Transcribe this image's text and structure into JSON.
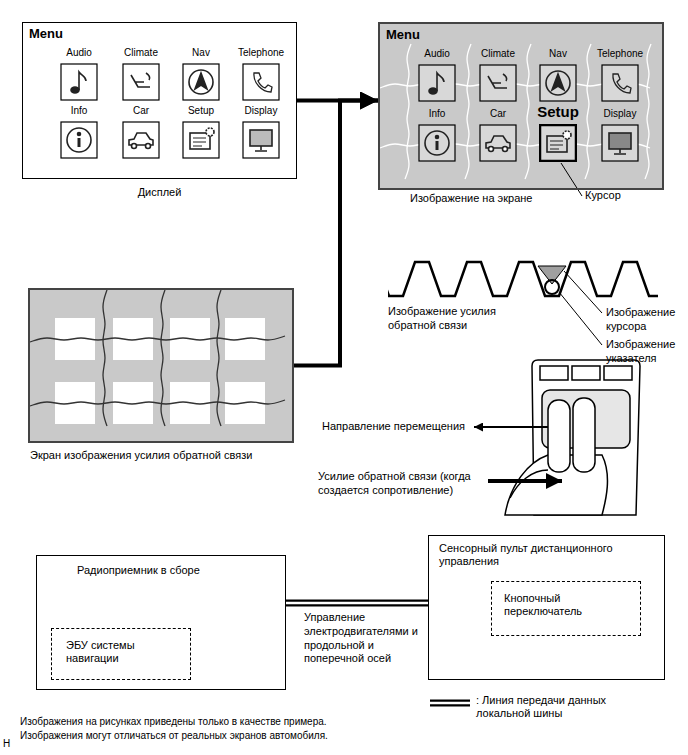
{
  "diagram": {
    "nodes": [
      {
        "text": [
          "Menu",
          "Дисплей"
        ]
      },
      {
        "text": [
          "Audio"
        ],
        "in": 0
      },
      {
        "text": [
          "Climate"
        ],
        "in": 0
      },
      {
        "text": [
          "Nav"
        ],
        "in": 0
      },
      {
        "text": [
          "Telephone"
        ],
        "in": 0
      },
      {
        "text": [
          "Info"
        ],
        "in": 0
      },
      {
        "text": [
          "Car"
        ],
        "in": 0
      },
      {
        "text": [
          "Setup"
        ],
        "in": 0
      },
      {
        "text": [
          "Display"
        ],
        "in": 0
      },
      {
        "text": [
          "Menu",
          "Изображение на экране"
        ]
      },
      {
        "text": [
          "Audio"
        ],
        "in": 9
      },
      {
        "text": [
          "Climate"
        ],
        "in": 9
      },
      {
        "text": [
          "Nav"
        ],
        "in": 9
      },
      {
        "text": [
          "Telephone"
        ],
        "in": 9
      },
      {
        "text": [
          "Info"
        ],
        "in": 9
      },
      {
        "text": [
          "Car"
        ],
        "in": 9
      },
      {
        "text": [
          "Setup"
        ],
        "in": 9
      },
      {
        "text": [
          "Display"
        ],
        "in": 9
      },
      {
        "text": [
          "Экран изображения усилия обратной связи"
        ]
      },
      {
        "text": [
          "Радиоприемник в сборе"
        ]
      },
      {
        "text": [
          "ЭБУ системы навигации"
        ],
        "in": 19
      },
      {
        "text": [
          "Сенсорный пульт дистанционного управления"
        ]
      },
      {
        "text": [
          "Кнопочный переключатель"
        ],
        "in": 21
      }
    ],
    "edges": [
      {
        "from": 0,
        "to": 9,
        "arrow": "to"
      },
      {
        "from": 18,
        "to": 9,
        "arrow": "to"
      },
      {
        "from": 19,
        "to": 21,
        "label": "Управление электродвигателями и продольной и поперечной осей",
        "arrow": "none"
      }
    ],
    "labels": [
      "Курсор",
      "Изображение усилия обратной связи",
      "Изображение курсора",
      "Изображение указателя",
      "Направление перемещения",
      "Усилие обратной связи (когда создается сопротивление)",
      "Изображения на рисунках приведены только в качестве примера.",
      "Изображения могут отличаться от реальных экранов автомобиля.",
      "H"
    ],
    "legend": [
      {
        "text": ": Линия передачи данных локальной шины"
      }
    ]
  }
}
